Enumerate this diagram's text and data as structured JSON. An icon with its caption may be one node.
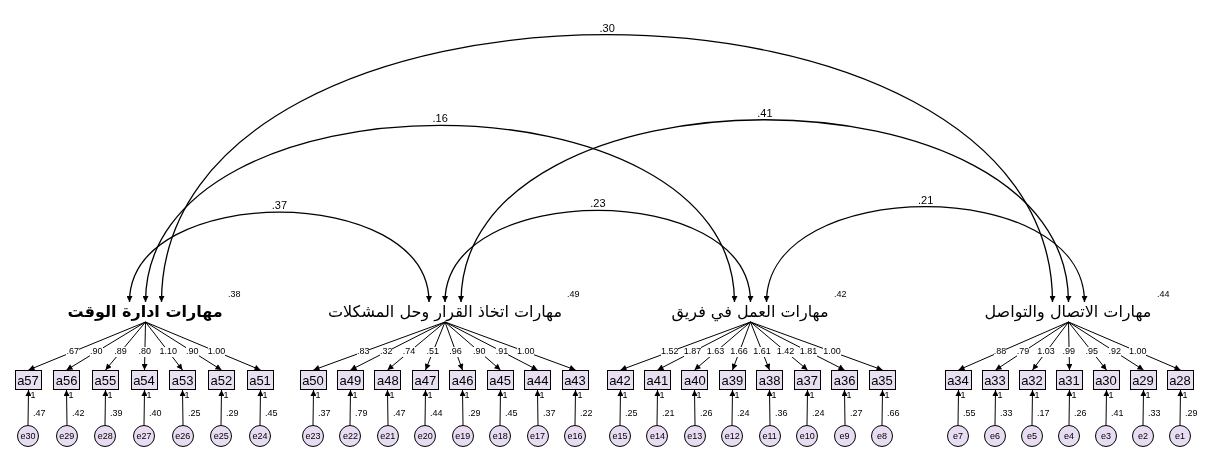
{
  "diagram": {
    "nodes": [
      {
        "text": [
          "مهارات ادارة الوقت"
        ],
        "beside": [
          ".38"
        ]
      },
      {
        "text": [
          "مهارات اتخاذ القرار وحل المشكلات"
        ],
        "beside": [
          ".49"
        ]
      },
      {
        "text": [
          "مهارات العمل في فريق"
        ],
        "beside": [
          ".42"
        ]
      },
      {
        "text": [
          "مهارات الاتصال والتواصل"
        ],
        "beside": [
          ".44"
        ]
      },
      {
        "text": [
          "a57"
        ]
      },
      {
        "text": [
          "a56"
        ]
      },
      {
        "text": [
          "a55"
        ]
      },
      {
        "text": [
          "a54"
        ]
      },
      {
        "text": [
          "a53"
        ]
      },
      {
        "text": [
          "a52"
        ]
      },
      {
        "text": [
          "a51"
        ]
      },
      {
        "text": [
          "a50"
        ]
      },
      {
        "text": [
          "a49"
        ]
      },
      {
        "text": [
          "a48"
        ]
      },
      {
        "text": [
          "a47"
        ]
      },
      {
        "text": [
          "a46"
        ]
      },
      {
        "text": [
          "a45"
        ]
      },
      {
        "text": [
          "a44"
        ]
      },
      {
        "text": [
          "a43"
        ]
      },
      {
        "text": [
          "a42"
        ]
      },
      {
        "text": [
          "a41"
        ]
      },
      {
        "text": [
          "a40"
        ]
      },
      {
        "text": [
          "a39"
        ]
      },
      {
        "text": [
          "a38"
        ]
      },
      {
        "text": [
          "a37"
        ]
      },
      {
        "text": [
          "a36"
        ]
      },
      {
        "text": [
          "a35"
        ]
      },
      {
        "text": [
          "a34"
        ]
      },
      {
        "text": [
          "a33"
        ]
      },
      {
        "text": [
          "a32"
        ]
      },
      {
        "text": [
          "a31"
        ]
      },
      {
        "text": [
          "a30"
        ]
      },
      {
        "text": [
          "a29"
        ]
      },
      {
        "text": [
          "a28"
        ]
      },
      {
        "text": [
          "e30"
        ],
        "beside": [
          ".47"
        ]
      },
      {
        "text": [
          "e29"
        ],
        "beside": [
          ".42"
        ]
      },
      {
        "text": [
          "e28"
        ],
        "beside": [
          ".39"
        ]
      },
      {
        "text": [
          "e27"
        ],
        "beside": [
          ".40"
        ]
      },
      {
        "text": [
          "e26"
        ],
        "beside": [
          ".25"
        ]
      },
      {
        "text": [
          "e25"
        ],
        "beside": [
          ".29"
        ]
      },
      {
        "text": [
          "e24"
        ],
        "beside": [
          ".45"
        ]
      },
      {
        "text": [
          "e23"
        ],
        "beside": [
          ".37"
        ]
      },
      {
        "text": [
          "e22"
        ],
        "beside": [
          ".79"
        ]
      },
      {
        "text": [
          "e21"
        ],
        "beside": [
          ".47"
        ]
      },
      {
        "text": [
          "e20"
        ],
        "beside": [
          ".44"
        ]
      },
      {
        "text": [
          "e19"
        ],
        "beside": [
          ".29"
        ]
      },
      {
        "text": [
          "e18"
        ],
        "beside": [
          ".45"
        ]
      },
      {
        "text": [
          "e17"
        ],
        "beside": [
          ".37"
        ]
      },
      {
        "text": [
          "e16"
        ],
        "beside": [
          ".22"
        ]
      },
      {
        "text": [
          "e15"
        ],
        "beside": [
          ".25"
        ]
      },
      {
        "text": [
          "e14"
        ],
        "beside": [
          ".21"
        ]
      },
      {
        "text": [
          "e13"
        ],
        "beside": [
          ".26"
        ]
      },
      {
        "text": [
          "e12"
        ],
        "beside": [
          ".24"
        ]
      },
      {
        "text": [
          "e11"
        ],
        "beside": [
          ".36"
        ]
      },
      {
        "text": [
          "e10"
        ],
        "beside": [
          ".24"
        ]
      },
      {
        "text": [
          "e9"
        ],
        "beside": [
          ".27"
        ]
      },
      {
        "text": [
          "e8"
        ],
        "beside": [
          ".66"
        ]
      },
      {
        "text": [
          "e7"
        ],
        "beside": [
          ".55"
        ]
      },
      {
        "text": [
          "e6"
        ],
        "beside": [
          ".33"
        ]
      },
      {
        "text": [
          "e5"
        ],
        "beside": [
          ".17"
        ]
      },
      {
        "text": [
          "e4"
        ],
        "beside": [
          ".26"
        ]
      },
      {
        "text": [
          "e3"
        ],
        "beside": [
          ".41"
        ]
      },
      {
        "text": [
          "e2"
        ],
        "beside": [
          ".33"
        ]
      },
      {
        "text": [
          "e1"
        ],
        "beside": [
          ".29"
        ]
      }
    ],
    "edges": [
      {
        "from": 0,
        "to": 1,
        "arrow": "both",
        "label": ".37"
      },
      {
        "from": 0,
        "to": 2,
        "arrow": "both",
        "label": ".16"
      },
      {
        "from": 0,
        "to": 3,
        "arrow": "both",
        "label": ".30"
      },
      {
        "from": 1,
        "to": 2,
        "arrow": "both",
        "label": ".23"
      },
      {
        "from": 1,
        "to": 3,
        "arrow": "both",
        "label": ".41"
      },
      {
        "from": 2,
        "to": 3,
        "arrow": "both",
        "label": ".21"
      },
      {
        "from": 0,
        "to": 4,
        "arrow": "to",
        "label": ".67"
      },
      {
        "from": 0,
        "to": 5,
        "arrow": "to",
        "label": ".90"
      },
      {
        "from": 0,
        "to": 6,
        "arrow": "to",
        "label": ".89"
      },
      {
        "from": 0,
        "to": 7,
        "arrow": "to",
        "label": ".80"
      },
      {
        "from": 0,
        "to": 8,
        "arrow": "to",
        "label": "1.10"
      },
      {
        "from": 0,
        "to": 9,
        "arrow": "to",
        "label": ".90"
      },
      {
        "from": 0,
        "to": 10,
        "arrow": "to",
        "label": "1.00"
      },
      {
        "from": 1,
        "to": 11,
        "arrow": "to",
        "label": ".83"
      },
      {
        "from": 1,
        "to": 12,
        "arrow": "to",
        "label": ".32"
      },
      {
        "from": 1,
        "to": 13,
        "arrow": "to",
        "label": ".74"
      },
      {
        "from": 1,
        "to": 14,
        "arrow": "to",
        "label": ".51"
      },
      {
        "from": 1,
        "to": 15,
        "arrow": "to",
        "label": ".96"
      },
      {
        "from": 1,
        "to": 16,
        "arrow": "to",
        "label": ".90"
      },
      {
        "from": 1,
        "to": 17,
        "arrow": "to",
        "label": ".91"
      },
      {
        "from": 1,
        "to": 18,
        "arrow": "to",
        "label": "1.00"
      },
      {
        "from": 2,
        "to": 19,
        "arrow": "to",
        "label": "1.52"
      },
      {
        "from": 2,
        "to": 20,
        "arrow": "to",
        "label": "1.87"
      },
      {
        "from": 2,
        "to": 21,
        "arrow": "to",
        "label": "1.63"
      },
      {
        "from": 2,
        "to": 22,
        "arrow": "to",
        "label": "1.66"
      },
      {
        "from": 2,
        "to": 23,
        "arrow": "to",
        "label": "1.61"
      },
      {
        "from": 2,
        "to": 24,
        "arrow": "to",
        "label": "1.42"
      },
      {
        "from": 2,
        "to": 25,
        "arrow": "to",
        "label": "1.81"
      },
      {
        "from": 2,
        "to": 26,
        "arrow": "to",
        "label": "1.00"
      },
      {
        "from": 3,
        "to": 27,
        "arrow": "to",
        "label": ".88"
      },
      {
        "from": 3,
        "to": 28,
        "arrow": "to",
        "label": ".79"
      },
      {
        "from": 3,
        "to": 29,
        "arrow": "to",
        "label": "1.03"
      },
      {
        "from": 3,
        "to": 30,
        "arrow": "to",
        "label": ".99"
      },
      {
        "from": 3,
        "to": 31,
        "arrow": "to",
        "label": ".95"
      },
      {
        "from": 3,
        "to": 32,
        "arrow": "to",
        "label": ".92"
      },
      {
        "from": 3,
        "to": 33,
        "arrow": "to",
        "label": "1.00"
      },
      {
        "from": 34,
        "to": 4,
        "arrow": "to",
        "label": "1"
      },
      {
        "from": 35,
        "to": 5,
        "arrow": "to",
        "label": "1"
      },
      {
        "from": 36,
        "to": 6,
        "arrow": "to",
        "label": "1"
      },
      {
        "from": 37,
        "to": 7,
        "arrow": "to",
        "label": "1"
      },
      {
        "from": 38,
        "to": 8,
        "arrow": "to",
        "label": "1"
      },
      {
        "from": 39,
        "to": 9,
        "arrow": "to",
        "label": "1"
      },
      {
        "from": 40,
        "to": 10,
        "arrow": "to",
        "label": "1"
      },
      {
        "from": 41,
        "to": 11,
        "arrow": "to",
        "label": "1"
      },
      {
        "from": 42,
        "to": 12,
        "arrow": "to",
        "label": "1"
      },
      {
        "from": 43,
        "to": 13,
        "arrow": "to",
        "label": "1"
      },
      {
        "from": 44,
        "to": 14,
        "arrow": "to",
        "label": "1"
      },
      {
        "from": 45,
        "to": 15,
        "arrow": "to",
        "label": "1"
      },
      {
        "from": 46,
        "to": 16,
        "arrow": "to",
        "label": "1"
      },
      {
        "from": 47,
        "to": 17,
        "arrow": "to",
        "label": "1"
      },
      {
        "from": 48,
        "to": 18,
        "arrow": "to",
        "label": "1"
      },
      {
        "from": 49,
        "to": 19,
        "arrow": "to",
        "label": "1"
      },
      {
        "from": 50,
        "to": 20,
        "arrow": "to",
        "label": "1"
      },
      {
        "from": 51,
        "to": 21,
        "arrow": "to",
        "label": "1"
      },
      {
        "from": 52,
        "to": 22,
        "arrow": "to",
        "label": "1"
      },
      {
        "from": 53,
        "to": 23,
        "arrow": "to",
        "label": "1"
      },
      {
        "from": 54,
        "to": 24,
        "arrow": "to",
        "label": "1"
      },
      {
        "from": 55,
        "to": 25,
        "arrow": "to",
        "label": "1"
      },
      {
        "from": 56,
        "to": 26,
        "arrow": "to",
        "label": "1"
      },
      {
        "from": 57,
        "to": 27,
        "arrow": "to",
        "label": "1"
      },
      {
        "from": 58,
        "to": 28,
        "arrow": "to",
        "label": "1"
      },
      {
        "from": 59,
        "to": 29,
        "arrow": "to",
        "label": "1"
      },
      {
        "from": 60,
        "to": 30,
        "arrow": "to",
        "label": "1"
      },
      {
        "from": 61,
        "to": 31,
        "arrow": "to",
        "label": "1"
      },
      {
        "from": 62,
        "to": 32,
        "arrow": "to",
        "label": "1"
      },
      {
        "from": 63,
        "to": 33,
        "arrow": "to",
        "label": "1"
      }
    ]
  }
}
